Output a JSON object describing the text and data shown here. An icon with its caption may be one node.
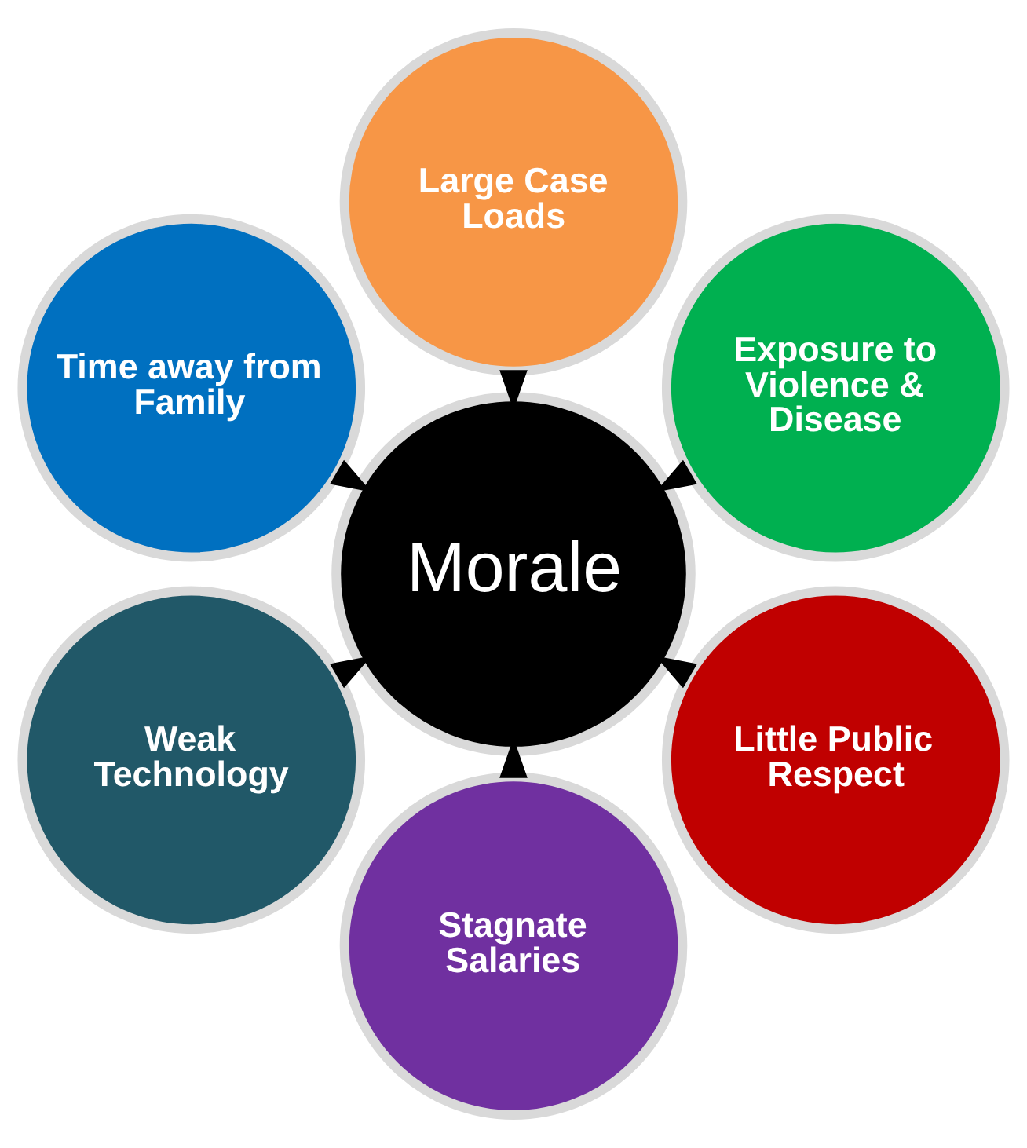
{
  "diagram": {
    "nodes": [
      {
        "text": [
          "Exposure to Violence & Disease"
        ]
      },
      {
        "text": [
          "Large Case Loads"
        ]
      },
      {
        "text": [
          "Time away from Family"
        ]
      },
      {
        "text": [
          "Morale"
        ]
      },
      {
        "text": [
          "Weak Technology"
        ]
      },
      {
        "text": [
          "Stagnate Salaries"
        ]
      },
      {
        "text": [
          "Little Public Respect"
        ]
      }
    ],
    "edges": [
      {
        "from": 0,
        "to": 3,
        "arrow": "to"
      },
      {
        "from": 2,
        "to": 3,
        "arrow": "to"
      },
      {
        "from": 5,
        "to": 3,
        "arrow": "to"
      },
      {
        "from": 6,
        "to": 3,
        "arrow": "to"
      },
      {
        "from": 4,
        "to": 3,
        "arrow": "to"
      },
      {
        "from": 1,
        "to": 3,
        "arrow": "to"
      }
    ]
  }
}
